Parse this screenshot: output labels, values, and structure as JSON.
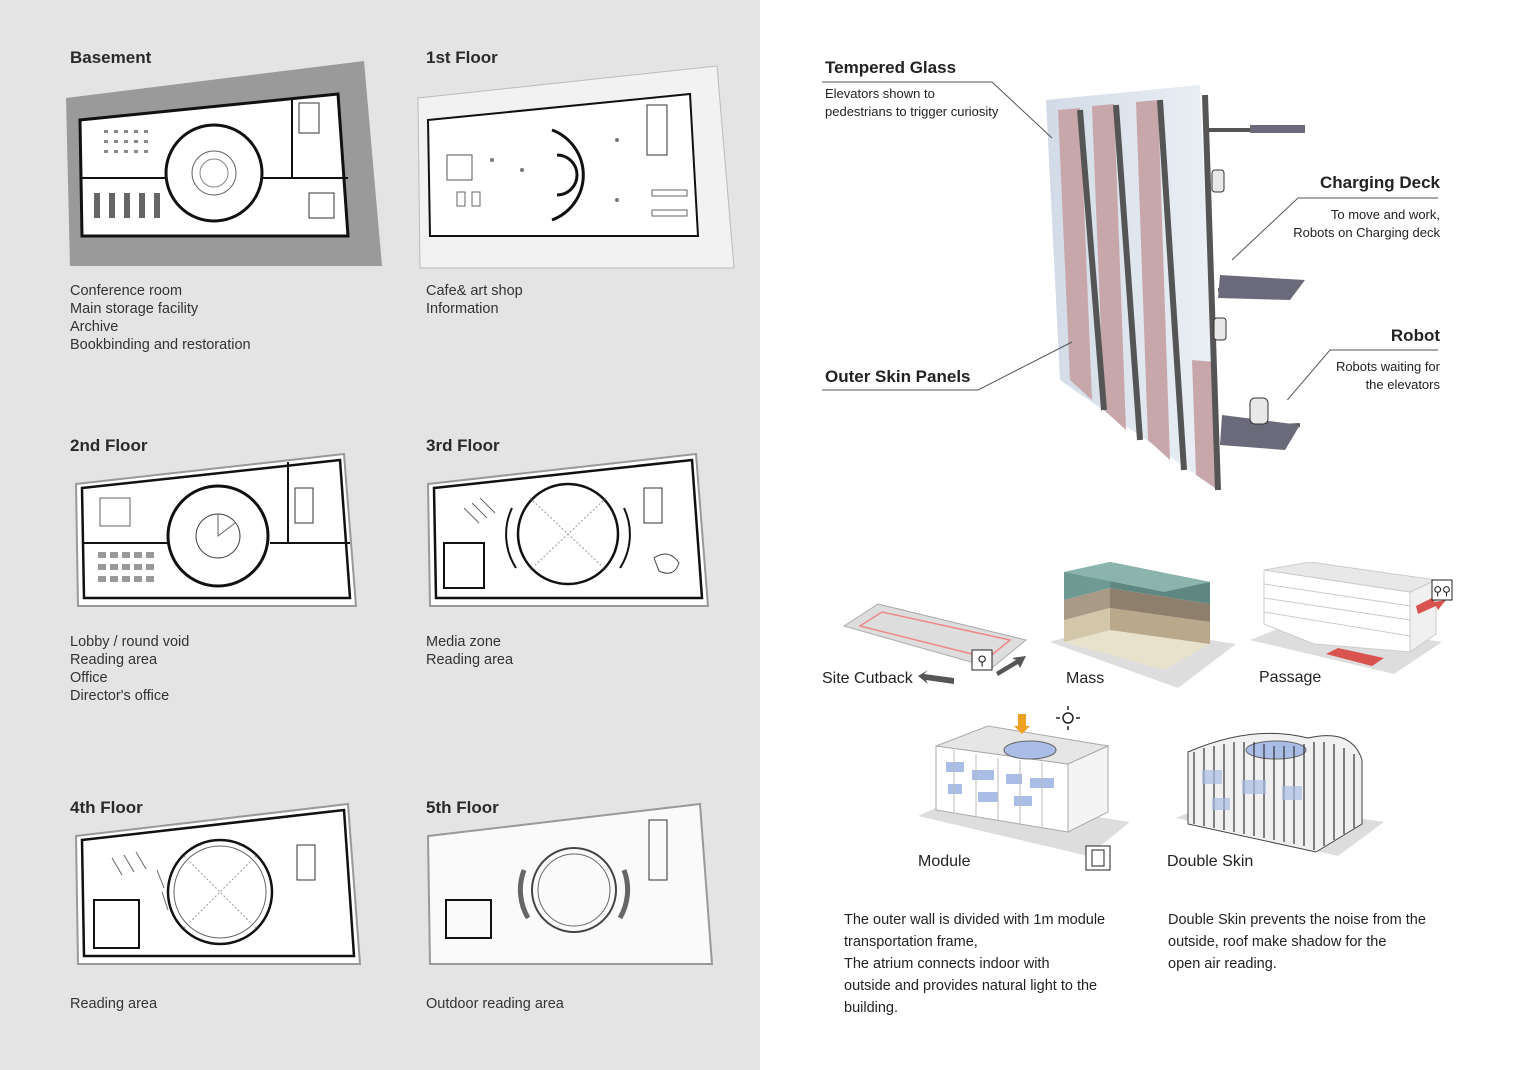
{
  "floors": [
    {
      "title": "Basement",
      "items": [
        "Conference room",
        "Main storage facility",
        "Archive",
        "Bookbinding and restoration"
      ]
    },
    {
      "title": "1st Floor",
      "items": [
        "Cafe& art shop",
        "Information"
      ]
    },
    {
      "title": "2nd Floor",
      "items": [
        "Lobby / round void",
        "Reading area",
        "Office",
        "Director's office"
      ]
    },
    {
      "title": "3rd Floor",
      "items": [
        "Media zone",
        "Reading area"
      ]
    },
    {
      "title": "4th Floor",
      "items": [
        "Reading area"
      ]
    },
    {
      "title": "5th Floor",
      "items": [
        "Outdoor reading area"
      ]
    }
  ],
  "callouts": {
    "tempered_glass": {
      "title": "Tempered Glass",
      "lines": [
        "Elevators shown to",
        "pedestrians to trigger curiosity"
      ]
    },
    "charging_deck": {
      "title": "Charging Deck",
      "lines": [
        "To move and work,",
        "Robots on Charging deck"
      ]
    },
    "outer_skin": {
      "title": "Outer Skin Panels"
    },
    "robot": {
      "title": "Robot",
      "lines": [
        "Robots waiting for",
        "the elevators"
      ]
    }
  },
  "diagrams": {
    "site_cutback": "Site Cutback",
    "mass": "Mass",
    "passage": "Passage",
    "module": "Module",
    "double_skin": "Double Skin"
  },
  "paragraphs": {
    "module": [
      "The outer wall is divided with 1m module",
      "transportation frame,",
      "The atrium connects indoor with",
      "outside and provides natural light to the",
      "building."
    ],
    "double_skin": [
      "Double Skin prevents the noise from the",
      "outside, roof make shadow for the",
      "open air reading."
    ]
  },
  "colors": {
    "left_bg": "#e4e4e4",
    "mass_top": "#6e9a93",
    "mass_mid": "#a89a86",
    "mass_bottom": "#e8e2cc",
    "accent_red": "#d9534f",
    "accent_orange": "#f0a020",
    "glass_blue": "#a9bde6"
  }
}
